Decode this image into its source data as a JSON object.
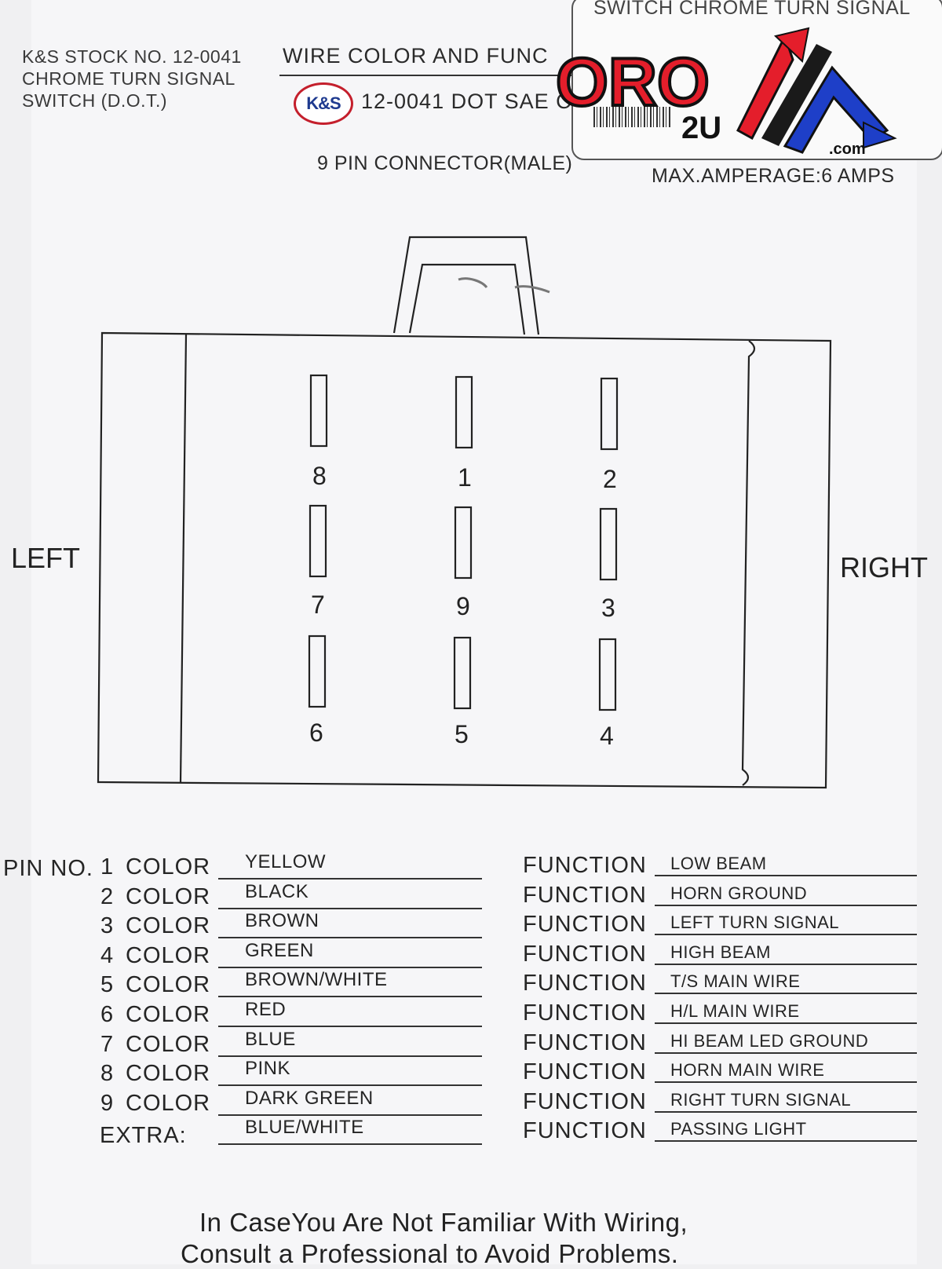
{
  "header": {
    "stock_line1": "K&S STOCK NO. 12-0041",
    "stock_line2": "CHROME TURN SIGNAL",
    "stock_line3": "SWITCH (D.O.T.)",
    "title": "WIRE COLOR AND FUNC",
    "badge": "K&S",
    "subtitle": "12-0041 DOT SAE C"
  },
  "label_card": {
    "top_text": "SWITCH CHROME TURN SIGNAL",
    "logo_oro": "ORO",
    "logo_2u": "2U",
    "logo_com": ".com"
  },
  "connector": {
    "title": "9 PIN CONNECTOR(MALE)",
    "max_amperage": "MAX.AMPERAGE:6 AMPS",
    "left_label": "LEFT",
    "right_label": "RIGHT",
    "pin_labels": [
      "8",
      "1",
      "2",
      "7",
      "9",
      "3",
      "6",
      "5",
      "4"
    ]
  },
  "table": {
    "pin_no_label": "PIN NO.",
    "color_label": "COLOR",
    "function_label": "FUNCTION",
    "rows": [
      {
        "pin": "1",
        "color": "YELLOW",
        "function": "LOW BEAM"
      },
      {
        "pin": "2",
        "color": "BLACK",
        "function": "HORN GROUND"
      },
      {
        "pin": "3",
        "color": "BROWN",
        "function": "LEFT TURN SIGNAL"
      },
      {
        "pin": "4",
        "color": "GREEN",
        "function": "HIGH BEAM"
      },
      {
        "pin": "5",
        "color": "BROWN/WHITE",
        "function": "T/S MAIN WIRE"
      },
      {
        "pin": "6",
        "color": "RED",
        "function": "H/L MAIN WIRE"
      },
      {
        "pin": "7",
        "color": "BLUE",
        "function": "HI BEAM LED GROUND"
      },
      {
        "pin": "8",
        "color": "PINK",
        "function": "HORN MAIN WIRE"
      },
      {
        "pin": "9",
        "color": "DARK GREEN",
        "function": "RIGHT TURN SIGNAL"
      }
    ],
    "extra": {
      "label": "EXTRA:",
      "color": "BLUE/WHITE",
      "function": "PASSING LIGHT"
    }
  },
  "footer": {
    "line1": "In CaseYou Are Not Familiar With Wiring,",
    "line2": "Consult a Professional to Avoid Problems."
  },
  "colors": {
    "badge_red": "#c41f2c",
    "badge_blue": "#1e3a8f",
    "logo_red": "#e41e2b",
    "logo_blue": "#1e3fc8"
  }
}
